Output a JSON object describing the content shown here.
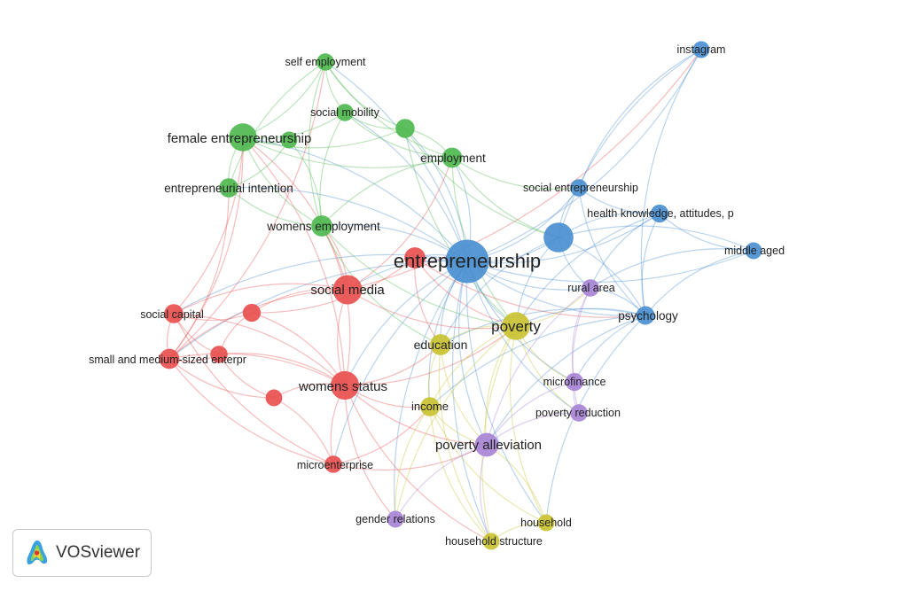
{
  "app": {
    "name": "VOSviewer"
  },
  "colors": {
    "cluster1_red": "#e8504f",
    "cluster2_green": "#4fb84f",
    "cluster3_blue": "#4a8fd0",
    "cluster4_yellow": "#c9c232",
    "cluster5_purple": "#a884d6",
    "label": "#222222",
    "background": "#ffffff"
  },
  "nodes": [
    {
      "id": "entrepreneurship",
      "label": "entrepreneurship",
      "cluster": 3,
      "weight": 100
    },
    {
      "id": "social_media",
      "label": "social media",
      "cluster": 1,
      "weight": 38
    },
    {
      "id": "womens_status",
      "label": "womens status",
      "cluster": 1,
      "weight": 36
    },
    {
      "id": "social_capital",
      "label": "social capital",
      "cluster": 1,
      "weight": 12
    },
    {
      "id": "sme",
      "label": "small and medium-sized enterpr",
      "cluster": 1,
      "weight": 14
    },
    {
      "id": "microenterprise",
      "label": "microenterprise",
      "cluster": 1,
      "weight": 9
    },
    {
      "id": "red_unlabeled_1",
      "label": "",
      "cluster": 1,
      "weight": 10
    },
    {
      "id": "red_unlabeled_2",
      "label": "",
      "cluster": 1,
      "weight": 9
    },
    {
      "id": "red_unlabeled_3",
      "label": "",
      "cluster": 1,
      "weight": 8
    },
    {
      "id": "red_unlabeled_4",
      "label": "",
      "cluster": 1,
      "weight": 16
    },
    {
      "id": "female_entrepreneurship",
      "label": "female entrepreneurship",
      "cluster": 2,
      "weight": 34
    },
    {
      "id": "self_employment",
      "label": "self employment",
      "cluster": 2,
      "weight": 9
    },
    {
      "id": "social_mobility",
      "label": "social mobility",
      "cluster": 2,
      "weight": 9
    },
    {
      "id": "employment",
      "label": "employment",
      "cluster": 2,
      "weight": 14
    },
    {
      "id": "entrepreneurial_intention",
      "label": "entrepreneurial intention",
      "cluster": 2,
      "weight": 12
    },
    {
      "id": "womens_employment",
      "label": "womens employment",
      "cluster": 2,
      "weight": 16
    },
    {
      "id": "green_unlabeled_1",
      "label": "",
      "cluster": 2,
      "weight": 12
    },
    {
      "id": "green_unlabeled_2",
      "label": "",
      "cluster": 2,
      "weight": 8
    },
    {
      "id": "instagram",
      "label": "instagram",
      "cluster": 3,
      "weight": 8
    },
    {
      "id": "social_entrepreneurship",
      "label": "social entrepreneurship",
      "cluster": 3,
      "weight": 9
    },
    {
      "id": "health_knowledge",
      "label": "health knowledge, attitudes, p",
      "cluster": 3,
      "weight": 10
    },
    {
      "id": "middle_aged",
      "label": "middle aged",
      "cluster": 3,
      "weight": 8
    },
    {
      "id": "psychology",
      "label": "psychology",
      "cluster": 3,
      "weight": 11
    },
    {
      "id": "blue_unlabeled_1",
      "label": "",
      "cluster": 3,
      "weight": 40
    },
    {
      "id": "poverty",
      "label": "poverty",
      "cluster": 4,
      "weight": 34
    },
    {
      "id": "education",
      "label": "education",
      "cluster": 4,
      "weight": 16
    },
    {
      "id": "income",
      "label": "income",
      "cluster": 4,
      "weight": 12
    },
    {
      "id": "household",
      "label": "household",
      "cluster": 4,
      "weight": 8
    },
    {
      "id": "household_structure",
      "label": "household structure",
      "cluster": 4,
      "weight": 8
    },
    {
      "id": "rural_area",
      "label": "rural area",
      "cluster": 5,
      "weight": 9
    },
    {
      "id": "microfinance",
      "label": "microfinance",
      "cluster": 5,
      "weight": 10
    },
    {
      "id": "poverty_reduction",
      "label": "poverty reduction",
      "cluster": 5,
      "weight": 9
    },
    {
      "id": "poverty_alleviation",
      "label": "poverty alleviation",
      "cluster": 5,
      "weight": 22
    },
    {
      "id": "gender_relations",
      "label": "gender relations",
      "cluster": 5,
      "weight": 8
    }
  ],
  "links": [
    [
      "entrepreneurship",
      "social_media"
    ],
    [
      "entrepreneurship",
      "womens_status"
    ],
    [
      "entrepreneurship",
      "social_capital"
    ],
    [
      "entrepreneurship",
      "sme"
    ],
    [
      "entrepreneurship",
      "microenterprise"
    ],
    [
      "entrepreneurship",
      "female_entrepreneurship"
    ],
    [
      "entrepreneurship",
      "self_employment"
    ],
    [
      "entrepreneurship",
      "social_mobility"
    ],
    [
      "entrepreneurship",
      "employment"
    ],
    [
      "entrepreneurship",
      "entrepreneurial_intention"
    ],
    [
      "entrepreneurship",
      "womens_employment"
    ],
    [
      "entrepreneurship",
      "instagram"
    ],
    [
      "entrepreneurship",
      "social_entrepreneurship"
    ],
    [
      "entrepreneurship",
      "health_knowledge"
    ],
    [
      "entrepreneurship",
      "middle_aged"
    ],
    [
      "entrepreneurship",
      "psychology"
    ],
    [
      "entrepreneurship",
      "blue_unlabeled_1"
    ],
    [
      "entrepreneurship",
      "poverty"
    ],
    [
      "entrepreneurship",
      "education"
    ],
    [
      "entrepreneurship",
      "income"
    ],
    [
      "entrepreneurship",
      "household"
    ],
    [
      "entrepreneurship",
      "household_structure"
    ],
    [
      "entrepreneurship",
      "rural_area"
    ],
    [
      "entrepreneurship",
      "microfinance"
    ],
    [
      "entrepreneurship",
      "poverty_reduction"
    ],
    [
      "entrepreneurship",
      "poverty_alleviation"
    ],
    [
      "entrepreneurship",
      "gender_relations"
    ],
    [
      "entrepreneurship",
      "green_unlabeled_1"
    ],
    [
      "entrepreneurship",
      "red_unlabeled_4"
    ],
    [
      "social_media",
      "womens_status"
    ],
    [
      "social_media",
      "social_capital"
    ],
    [
      "social_media",
      "sme"
    ],
    [
      "social_media",
      "female_entrepreneurship"
    ],
    [
      "social_media",
      "womens_employment"
    ],
    [
      "social_media",
      "poverty"
    ],
    [
      "social_media",
      "red_unlabeled_1"
    ],
    [
      "social_media",
      "instagram"
    ],
    [
      "social_media",
      "employment"
    ],
    [
      "womens_status",
      "social_capital"
    ],
    [
      "womens_status",
      "sme"
    ],
    [
      "womens_status",
      "microenterprise"
    ],
    [
      "womens_status",
      "red_unlabeled_1"
    ],
    [
      "womens_status",
      "red_unlabeled_2"
    ],
    [
      "womens_status",
      "red_unlabeled_3"
    ],
    [
      "womens_status",
      "poverty"
    ],
    [
      "womens_status",
      "income"
    ],
    [
      "womens_status",
      "poverty_alleviation"
    ],
    [
      "womens_status",
      "womens_employment"
    ],
    [
      "womens_status",
      "female_entrepreneurship"
    ],
    [
      "womens_status",
      "gender_relations"
    ],
    [
      "womens_status",
      "education"
    ],
    [
      "womens_status",
      "household_structure"
    ],
    [
      "social_capital",
      "sme"
    ],
    [
      "social_capital",
      "red_unlabeled_1"
    ],
    [
      "social_capital",
      "red_unlabeled_2"
    ],
    [
      "social_capital",
      "female_entrepreneurship"
    ],
    [
      "social_capital",
      "microenterprise"
    ],
    [
      "sme",
      "red_unlabeled_2"
    ],
    [
      "sme",
      "red_unlabeled_3"
    ],
    [
      "sme",
      "microenterprise"
    ],
    [
      "sme",
      "entrepreneurial_intention"
    ],
    [
      "sme",
      "female_entrepreneurship"
    ],
    [
      "sme",
      "self_employment"
    ],
    [
      "red_unlabeled_1",
      "red_unlabeled_2"
    ],
    [
      "red_unlabeled_1",
      "red_unlabeled_4"
    ],
    [
      "red_unlabeled_2",
      "red_unlabeled_3"
    ],
    [
      "red_unlabeled_4",
      "poverty"
    ],
    [
      "red_unlabeled_4",
      "psychology"
    ],
    [
      "red_unlabeled_4",
      "education"
    ],
    [
      "microenterprise",
      "income"
    ],
    [
      "microenterprise",
      "poverty_alleviation"
    ],
    [
      "microenterprise",
      "red_unlabeled_3"
    ],
    [
      "female_entrepreneurship",
      "self_employment"
    ],
    [
      "female_entrepreneurship",
      "social_mobility"
    ],
    [
      "female_entrepreneurship",
      "employment"
    ],
    [
      "female_entrepreneurship",
      "entrepreneurial_intention"
    ],
    [
      "female_entrepreneurship",
      "womens_employment"
    ],
    [
      "female_entrepreneurship",
      "green_unlabeled_1"
    ],
    [
      "female_entrepreneurship",
      "green_unlabeled_2"
    ],
    [
      "self_employment",
      "social_mobility"
    ],
    [
      "self_employment",
      "employment"
    ],
    [
      "self_employment",
      "green_unlabeled_1"
    ],
    [
      "self_employment",
      "womens_employment"
    ],
    [
      "self_employment",
      "entrepreneurial_intention"
    ],
    [
      "social_mobility",
      "employment"
    ],
    [
      "social_mobility",
      "green_unlabeled_1"
    ],
    [
      "social_mobility",
      "womens_employment"
    ],
    [
      "employment",
      "green_unlabeled_1"
    ],
    [
      "employment",
      "womens_employment"
    ],
    [
      "employment",
      "poverty"
    ],
    [
      "employment",
      "social_entrepreneurship"
    ],
    [
      "employment",
      "blue_unlabeled_1"
    ],
    [
      "entrepreneurial_intention",
      "womens_employment"
    ],
    [
      "entrepreneurial_intention",
      "green_unlabeled_2"
    ],
    [
      "womens_employment",
      "poverty"
    ],
    [
      "womens_employment",
      "education"
    ],
    [
      "womens_employment",
      "green_unlabeled_2"
    ],
    [
      "green_unlabeled_1",
      "poverty"
    ],
    [
      "green_unlabeled_1",
      "blue_unlabeled_1"
    ],
    [
      "instagram",
      "blue_unlabeled_1"
    ],
    [
      "instagram",
      "psychology"
    ],
    [
      "instagram",
      "social_entrepreneurship"
    ],
    [
      "social_entrepreneurship",
      "blue_unlabeled_1"
    ],
    [
      "social_entrepreneurship",
      "health_knowledge"
    ],
    [
      "social_entrepreneurship",
      "psychology"
    ],
    [
      "health_knowledge",
      "middle_aged"
    ],
    [
      "health_knowledge",
      "psychology"
    ],
    [
      "health_knowledge",
      "blue_unlabeled_1"
    ],
    [
      "health_knowledge",
      "poverty"
    ],
    [
      "health_knowledge",
      "rural_area"
    ],
    [
      "middle_aged",
      "psychology"
    ],
    [
      "middle_aged",
      "blue_unlabeled_1"
    ],
    [
      "middle_aged",
      "rural_area"
    ],
    [
      "psychology",
      "blue_unlabeled_1"
    ],
    [
      "psychology",
      "poverty"
    ],
    [
      "psychology",
      "rural_area"
    ],
    [
      "psychology",
      "poverty_alleviation"
    ],
    [
      "psychology",
      "microfinance"
    ],
    [
      "psychology",
      "household"
    ],
    [
      "psychology",
      "income"
    ],
    [
      "psychology",
      "education"
    ],
    [
      "blue_unlabeled_1",
      "poverty"
    ],
    [
      "blue_unlabeled_1",
      "rural_area"
    ],
    [
      "blue_unlabeled_1",
      "education"
    ],
    [
      "poverty",
      "education"
    ],
    [
      "poverty",
      "income"
    ],
    [
      "poverty",
      "household"
    ],
    [
      "poverty",
      "household_structure"
    ],
    [
      "poverty",
      "rural_area"
    ],
    [
      "poverty",
      "microfinance"
    ],
    [
      "poverty",
      "poverty_reduction"
    ],
    [
      "poverty",
      "poverty_alleviation"
    ],
    [
      "poverty",
      "gender_relations"
    ],
    [
      "education",
      "income"
    ],
    [
      "education",
      "household_structure"
    ],
    [
      "education",
      "poverty_alleviation"
    ],
    [
      "income",
      "household"
    ],
    [
      "income",
      "household_structure"
    ],
    [
      "income",
      "poverty_alleviation"
    ],
    [
      "income",
      "gender_relations"
    ],
    [
      "household",
      "household_structure"
    ],
    [
      "household",
      "poverty_alleviation"
    ],
    [
      "rural_area",
      "microfinance"
    ],
    [
      "rural_area",
      "poverty_alleviation"
    ],
    [
      "rural_area",
      "poverty_reduction"
    ],
    [
      "microfinance",
      "poverty_reduction"
    ],
    [
      "microfinance",
      "poverty_alleviation"
    ],
    [
      "poverty_reduction",
      "poverty_alleviation"
    ],
    [
      "poverty_alleviation",
      "gender_relations"
    ],
    [
      "poverty_alleviation",
      "household_structure"
    ]
  ]
}
